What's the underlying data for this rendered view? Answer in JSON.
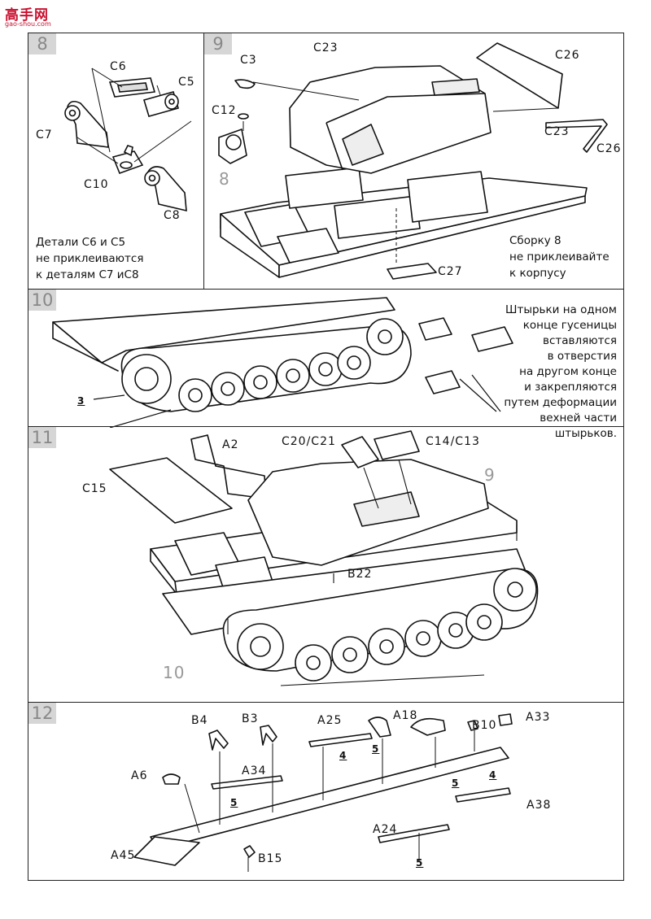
{
  "watermark": {
    "chars": "高手网",
    "url": "gao-shou.com"
  },
  "steps": {
    "s8": {
      "number": "8",
      "labels": {
        "c6": "C6",
        "c5": "C5",
        "c7": "C7",
        "c10": "C10",
        "c8": "C8"
      },
      "note": [
        "Детали С6 и С5",
        "не приклеиваются",
        "к деталям С7 иС8"
      ]
    },
    "s9": {
      "number": "9",
      "labels": {
        "c3": "C3",
        "c23": "C23",
        "c26": "C26",
        "c12": "C12",
        "ref8": "8",
        "c23b": "C23",
        "c26b": "C26",
        "c27": "C27"
      },
      "note": [
        "Сборку 8",
        "не приклеивайте",
        "к корпусу"
      ]
    },
    "s10": {
      "number": "10",
      "labels": {
        "ref3": "3"
      },
      "note": [
        "Штырьки на одном",
        "конце гусеницы",
        "вставляются",
        "в отверстия",
        "на другом конце",
        "и закрепляются",
        "путем деформации",
        "вехней части",
        "штырьков."
      ]
    },
    "s11": {
      "number": "11",
      "labels": {
        "a2": "A2",
        "c2021": "C20/C21",
        "c1413": "C14/C13",
        "c15": "C15",
        "ref9": "9",
        "b22": "B22",
        "ref10": "10"
      }
    },
    "s12": {
      "number": "12",
      "labels": {
        "b4": "B4",
        "b3": "B3",
        "a25": "A25",
        "a18": "A18",
        "b10": "B10",
        "a33": "A33",
        "a6": "A6",
        "a34": "A34",
        "ref4a": "4",
        "ref5a": "5",
        "ref5b": "5",
        "ref5c": "5",
        "ref4b": "4",
        "a38": "A38",
        "a24": "A24",
        "ref5d": "5",
        "a45": "A45",
        "b15": "B15"
      }
    }
  }
}
